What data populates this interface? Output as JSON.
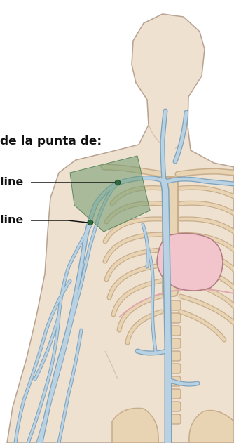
{
  "heading": "de la punta de:",
  "labels": {
    "picc": "line",
    "midline": "line"
  },
  "colors": {
    "background": "#ffffff",
    "skin": "#efe1d0",
    "skin_outline": "#b9a493",
    "bone": "#e8d3b3",
    "bone_outline": "#c7ad8c",
    "vein": "#b8d2e4",
    "vein_outline": "#7fa2bb",
    "heart": "#f1c5cb",
    "heart_outline": "#b27b83",
    "tip_region": "#6f9b6f",
    "tip_marker": "#2e6b3e",
    "pink_line": "#e2a7ae"
  }
}
